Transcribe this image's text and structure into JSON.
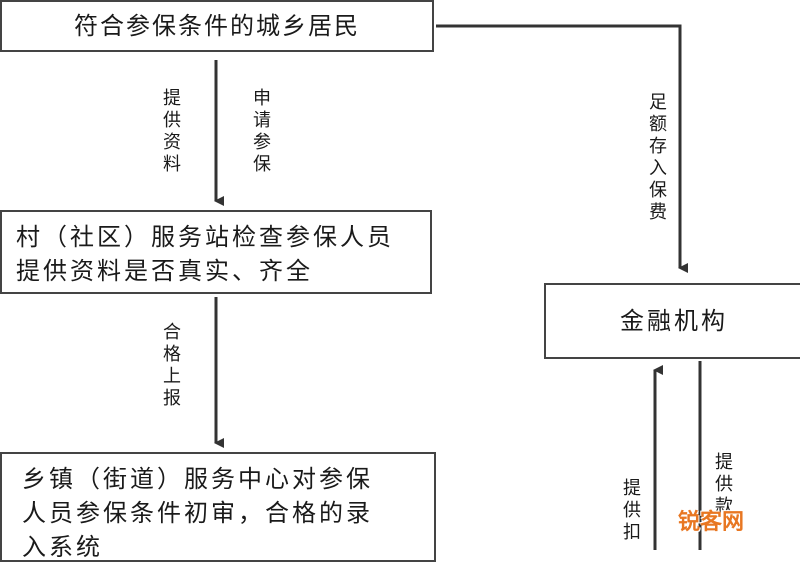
{
  "nodes": {
    "residents": "符合参保条件的城乡居民",
    "village_line1": "村（社区）服务站检查参保人员",
    "village_line2": "提供资料是否真实、齐全",
    "township_line1": "乡镇（街道）服务中心对参保",
    "township_line2": "人员参保条件初审，合格的录",
    "township_line3": "入系统",
    "bank": "金融机构"
  },
  "edge_labels": {
    "provide_materials": "提供资料",
    "apply_insurance": "申请参保",
    "qualified_report": "合格上报",
    "deposit_fee": "足额存入保费",
    "provide_withhold": "提供扣",
    "provide_funds": "提供款"
  },
  "watermark": "锐客网"
}
